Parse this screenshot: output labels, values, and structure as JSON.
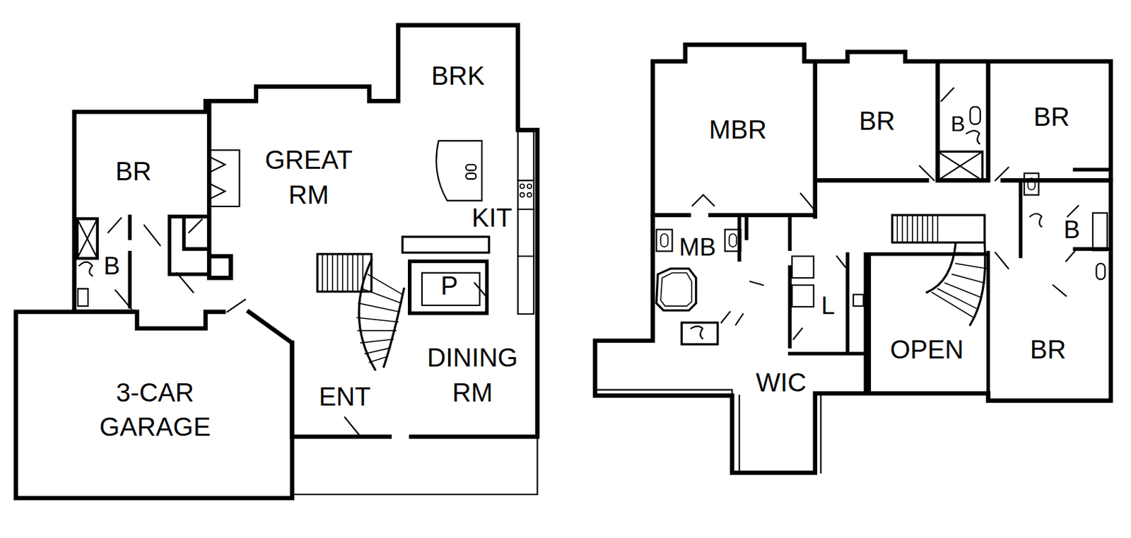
{
  "diagram": {
    "labels": [
      "BR",
      "GREAT RM",
      "BRK",
      "KIT",
      "P",
      "B",
      "3-CAR GARAGE",
      "ENT",
      "DINING RM",
      "MBR",
      "BR",
      "B",
      "BR",
      "MB",
      "L",
      "WIC",
      "OPEN",
      "B",
      "BR"
    ]
  }
}
